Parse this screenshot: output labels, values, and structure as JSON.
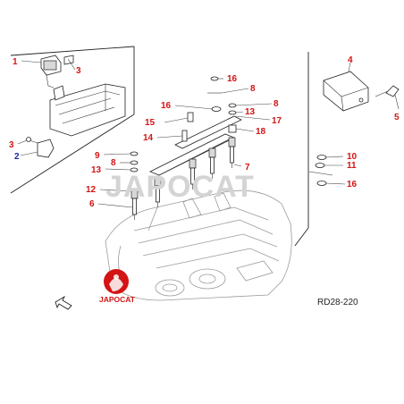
{
  "diagram": {
    "reference": "RD28-220",
    "watermark": "JAPOCAT",
    "logo_text": "JAPOCAT",
    "accent_color": "#d21414",
    "blue_label_color": "#1a2a9c",
    "callouts": {
      "c1": "1",
      "c3a": "3",
      "c3b": "3",
      "c2": "2",
      "c4": "4",
      "c5": "5",
      "c16a": "16",
      "c8a": "8",
      "c8b": "8",
      "c13a": "13",
      "c15": "15",
      "c16b": "16",
      "c17": "17",
      "c18": "18",
      "c14": "14",
      "c9": "9",
      "c8c": "8",
      "c13b": "13",
      "c7": "7",
      "c12": "12",
      "c6": "6",
      "c10": "10",
      "c11": "11",
      "c16c": "16"
    }
  }
}
